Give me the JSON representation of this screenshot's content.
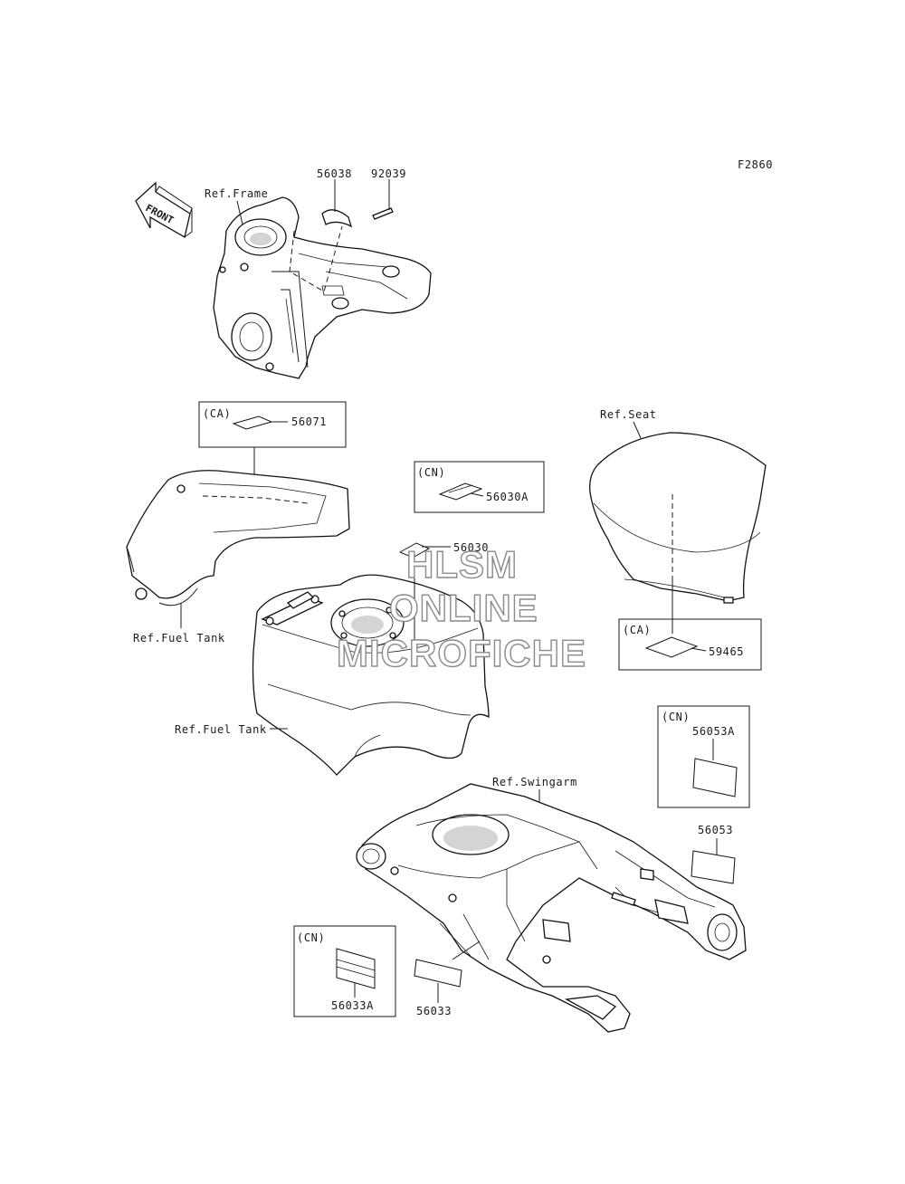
{
  "diagram_id": "F2860",
  "front_arrow": "FRONT",
  "references": {
    "frame": "Ref.Frame",
    "fuel_tank_left": "Ref.Fuel Tank",
    "fuel_tank_main": "Ref.Fuel Tank",
    "seat": "Ref.Seat",
    "swingarm": "Ref.Swingarm"
  },
  "region_tags": {
    "ca_tank": "(CA)",
    "cn_tank": "(CN)",
    "ca_seat": "(CA)",
    "cn_swingarm_right": "(CN)",
    "cn_swingarm_left": "(CN)"
  },
  "parts": {
    "p56038": "56038",
    "p92039": "92039",
    "p56071": "56071",
    "p56030A": "56030A",
    "p56030": "56030",
    "p59465": "59465",
    "p56053A": "56053A",
    "p56053": "56053",
    "p56033A": "56033A",
    "p56033": "56033"
  },
  "watermark": {
    "line1": "HLSM",
    "line2": "ONLINE",
    "line3": "MICROFICHE"
  }
}
